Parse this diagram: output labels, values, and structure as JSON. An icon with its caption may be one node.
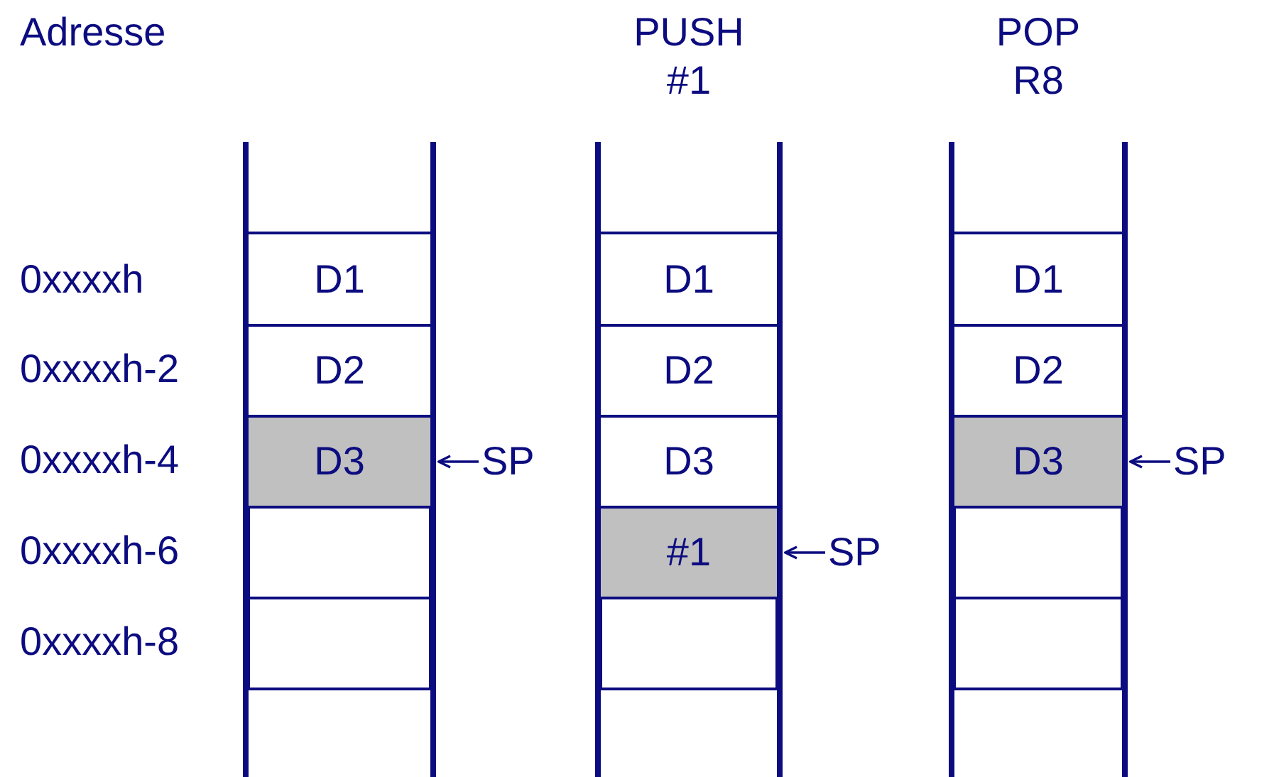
{
  "diagram": {
    "nodes": [
      {
        "text": [
          "D1"
        ]
      },
      {
        "text": [
          "D2"
        ]
      },
      {
        "text": [
          "D3"
        ]
      },
      {
        "text": [],
        "shape": "box"
      },
      {
        "text": [],
        "shape": "box"
      },
      {
        "text": [
          "SP"
        ]
      },
      {
        "text": [
          "D1"
        ]
      },
      {
        "text": [
          "D2"
        ]
      },
      {
        "text": [
          "D3"
        ]
      },
      {
        "text": [
          "#1"
        ]
      },
      {
        "text": [],
        "shape": "box"
      },
      {
        "text": [
          "SP"
        ]
      },
      {
        "text": [
          "D1"
        ]
      },
      {
        "text": [
          "D2"
        ]
      },
      {
        "text": [
          "D3"
        ]
      },
      {
        "text": [],
        "shape": "box"
      },
      {
        "text": [],
        "shape": "box"
      },
      {
        "text": [
          "SP"
        ]
      }
    ],
    "edges": [
      {
        "from": 5,
        "to": 2,
        "arrow": "to"
      },
      {
        "from": 11,
        "to": 9,
        "arrow": "to"
      },
      {
        "from": 17,
        "to": 14,
        "arrow": "to"
      }
    ],
    "labels": [
      "Adresse",
      "PUSH #1",
      "POP R8",
      "0xxxxh",
      "0xxxxh-2",
      "0xxxxh-4",
      "0xxxxh-6",
      "0xxxxh-8"
    ]
  }
}
